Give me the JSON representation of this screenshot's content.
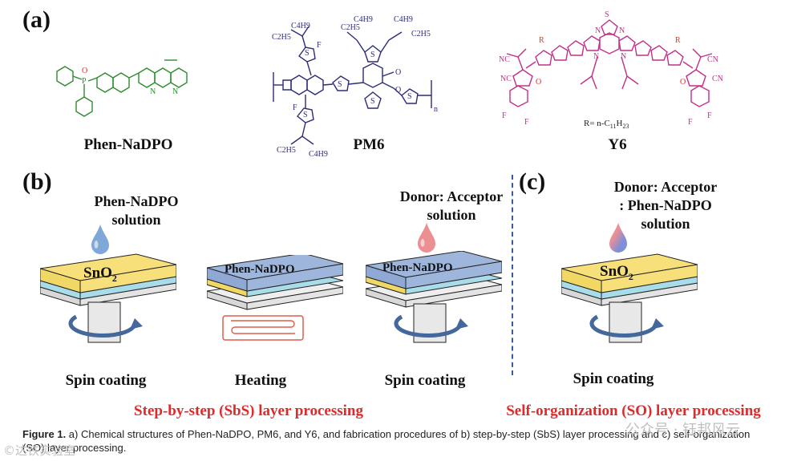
{
  "panels": {
    "a_label": "(a)",
    "b_label": "(b)",
    "c_label": "(c)"
  },
  "molecules": {
    "phen_name": "Phen-NaDPO",
    "pm6_name": "PM6",
    "y6_name": "Y6",
    "y6_r_label": "R= n-C",
    "y6_r_sub1": "11",
    "y6_r_h": "H",
    "y6_r_sub2": "23",
    "atom_labels": {
      "P": "P",
      "O": "O",
      "N": "N",
      "F": "F",
      "S": "S",
      "R": "R",
      "CN": "NC",
      "CN2": "CN",
      "c4h9": "C4H9",
      "c2h5": "C2H5",
      "n": "n"
    }
  },
  "panel_b": {
    "sol1": [
      "Phen-NaDPO",
      "solution"
    ],
    "sol2": [
      "Donor: Acceptor",
      "solution"
    ],
    "film1": "SnO",
    "film1_sub": "2",
    "film2": "Phen-NaDPO",
    "film3": "Phen-NaDPO",
    "step1": "Spin coating",
    "step2": "Heating",
    "step3": "Spin coating",
    "process": "Step-by-step (SbS) layer processing"
  },
  "panel_c": {
    "sol": [
      "Donor: Acceptor",
      ": Phen-NaDPO",
      "solution"
    ],
    "film": "SnO",
    "film_sub": "2",
    "step": "Spin coating",
    "process": "Self-organization (SO) layer processing"
  },
  "caption": {
    "label": "Figure 1.",
    "text": " a) Chemical structures of Phen-NaDPO, PM6, and Y6, and fabrication procedures of b) step-by-step (SbS) layer processing and c) self-organization (SO) layer processing."
  },
  "watermark": {
    "left": "©达铁实验室",
    "right": "公众号 · 钰邦风云"
  },
  "colors": {
    "phen_green": "#2e8b2e",
    "pm6_navy": "#2b2b7a",
    "y6_magenta": "#c0308a",
    "y6_red": "#d04030",
    "sno2_yellow": "#f7e07a",
    "film_blue": "#9fb6dc",
    "layer_cyan": "#a8dce8",
    "heater_red": "#e25c4c",
    "drop_blue": "#7fa7d8",
    "drop_pink": "#ec8f93",
    "process_red": "#e02a2a",
    "divider_blue": "#3a5aa8"
  }
}
